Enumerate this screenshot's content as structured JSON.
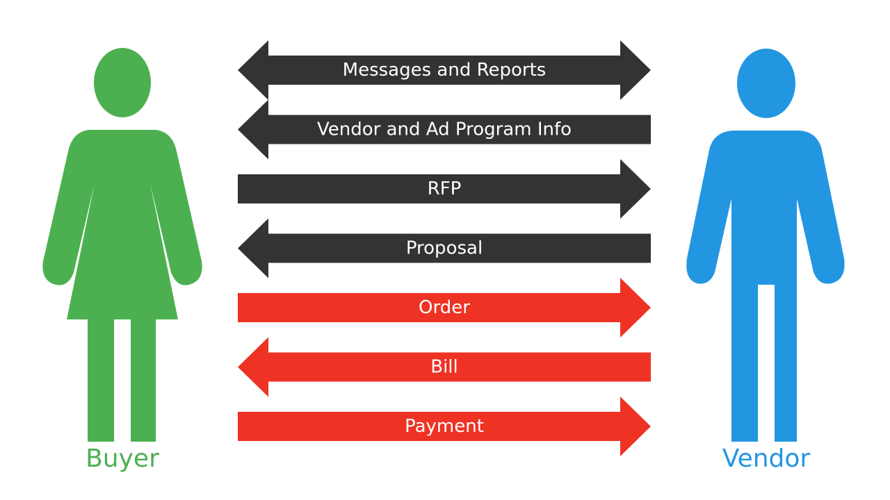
{
  "actors": {
    "buyer": {
      "label": "Buyer",
      "color": "#4cb050"
    },
    "vendor": {
      "label": "Vendor",
      "color": "#2396e2"
    }
  },
  "colors": {
    "info_flow": "#333333",
    "money_flow": "#ee3224",
    "label_text": "#ffffff"
  },
  "flows": [
    {
      "label": "Messages and Reports",
      "direction": "both",
      "kind": "info_flow"
    },
    {
      "label": "Vendor and Ad Program Info",
      "direction": "to-buyer",
      "kind": "info_flow"
    },
    {
      "label": "RFP",
      "direction": "to-vendor",
      "kind": "info_flow"
    },
    {
      "label": "Proposal",
      "direction": "to-buyer",
      "kind": "info_flow"
    },
    {
      "label": "Order",
      "direction": "to-vendor",
      "kind": "money_flow"
    },
    {
      "label": "Bill",
      "direction": "to-buyer",
      "kind": "money_flow"
    },
    {
      "label": "Payment",
      "direction": "to-vendor",
      "kind": "money_flow"
    }
  ]
}
